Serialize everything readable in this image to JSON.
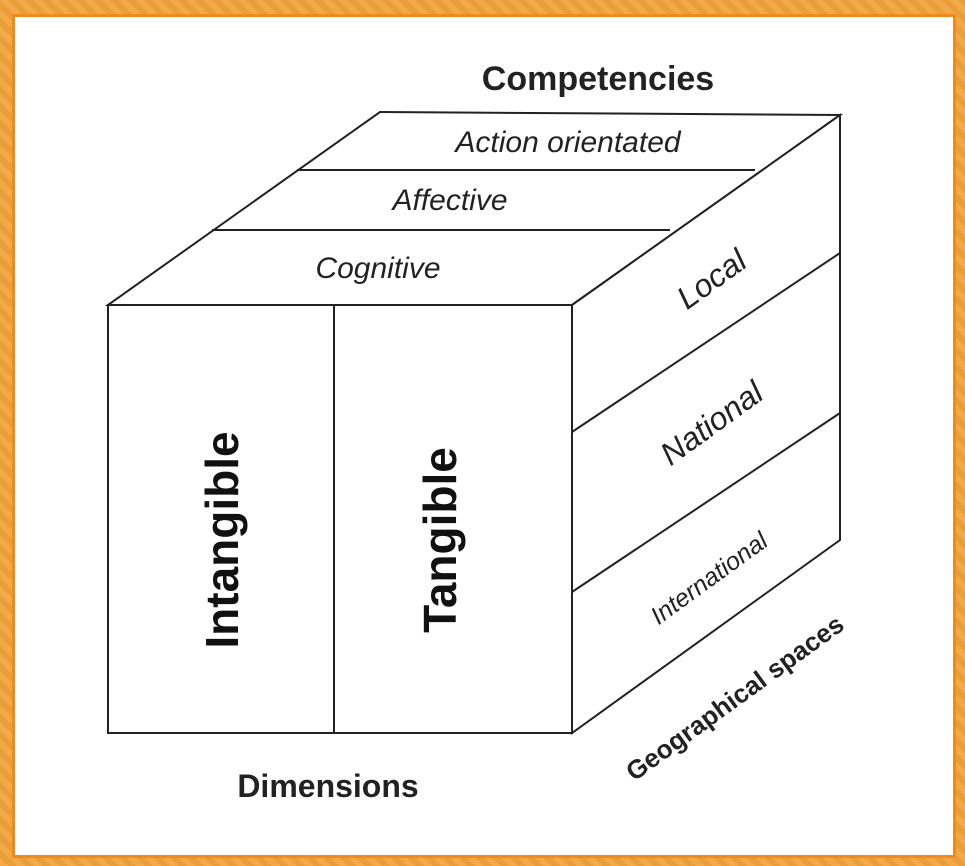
{
  "diagram": {
    "top_axis_label": "Competencies",
    "front_axis_label": "Dimensions",
    "side_axis_label": "Geographical spaces",
    "competencies": [
      "Action orientated",
      "Affective",
      "Cognitive"
    ],
    "dimensions": [
      "Intangible",
      "Tangible"
    ],
    "geographical_spaces": [
      "Local",
      "National",
      "International"
    ],
    "colors": {
      "border": "#f08a1c",
      "background": "#f2a43c",
      "ink": "#222222"
    }
  }
}
